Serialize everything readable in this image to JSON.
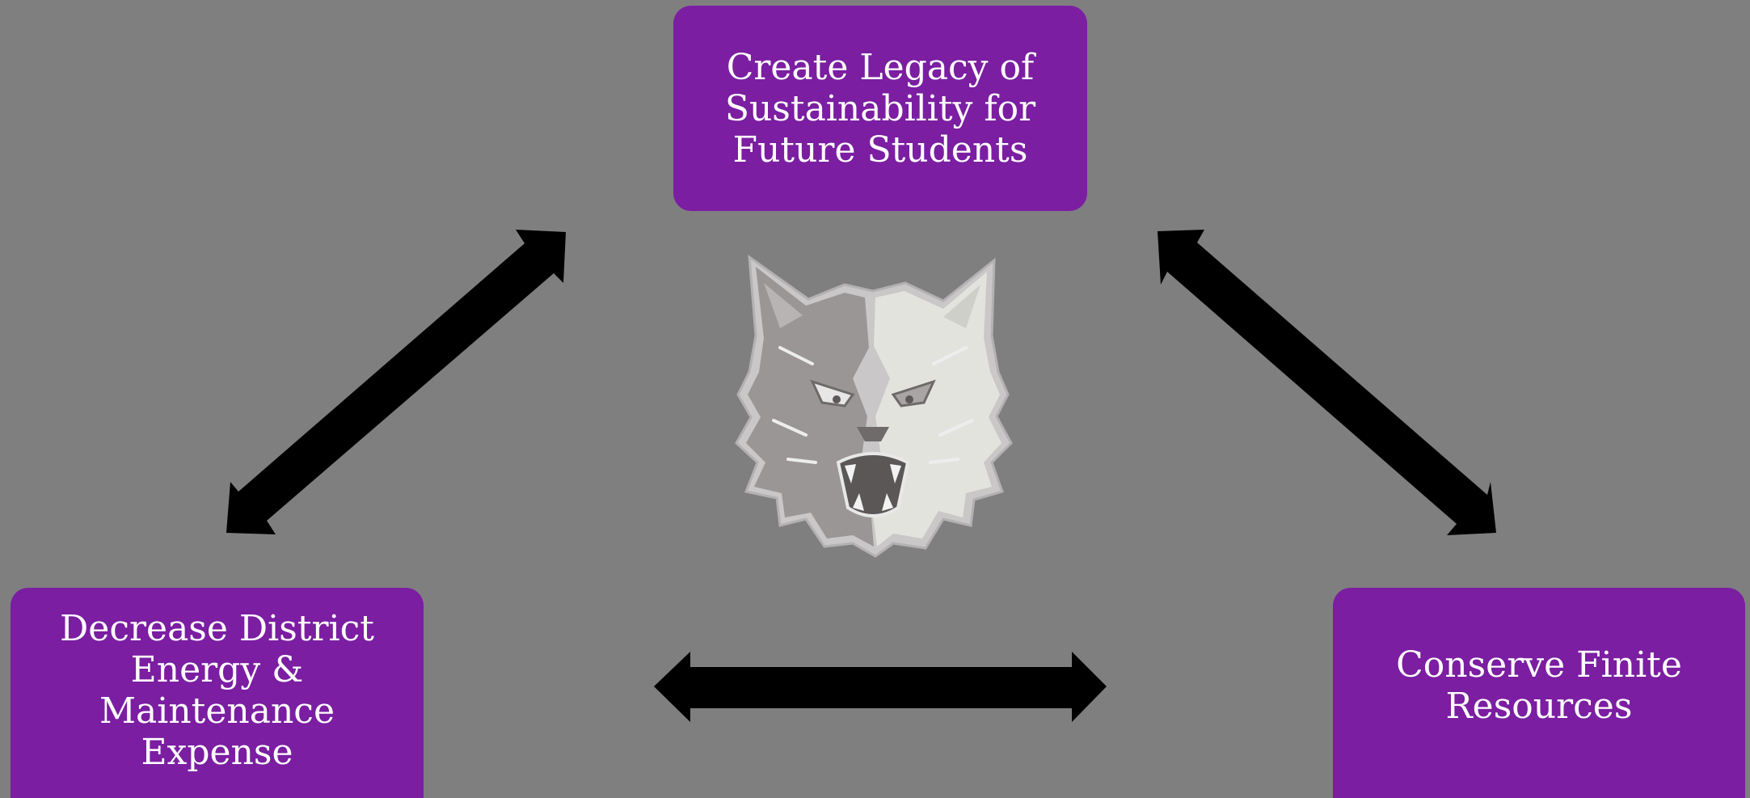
{
  "diagram": {
    "nodes": {
      "top": {
        "label": "Create Legacy of\nSustainability for\nFuture Students"
      },
      "left": {
        "label": "Decrease District\nEnergy & Maintenance\nExpense"
      },
      "right": {
        "label": "Conserve Finite\nResources"
      }
    },
    "connections": [
      {
        "from": "left",
        "to": "top",
        "type": "bidirectional"
      },
      {
        "from": "top",
        "to": "right",
        "type": "bidirectional"
      },
      {
        "from": "left",
        "to": "right",
        "type": "bidirectional"
      }
    ],
    "center_image": "wolf-head-logo",
    "colors": {
      "background": "#7f7f7f",
      "box_fill": "#7b1ea2",
      "box_text": "#ffffff",
      "arrow": "#000000"
    }
  }
}
